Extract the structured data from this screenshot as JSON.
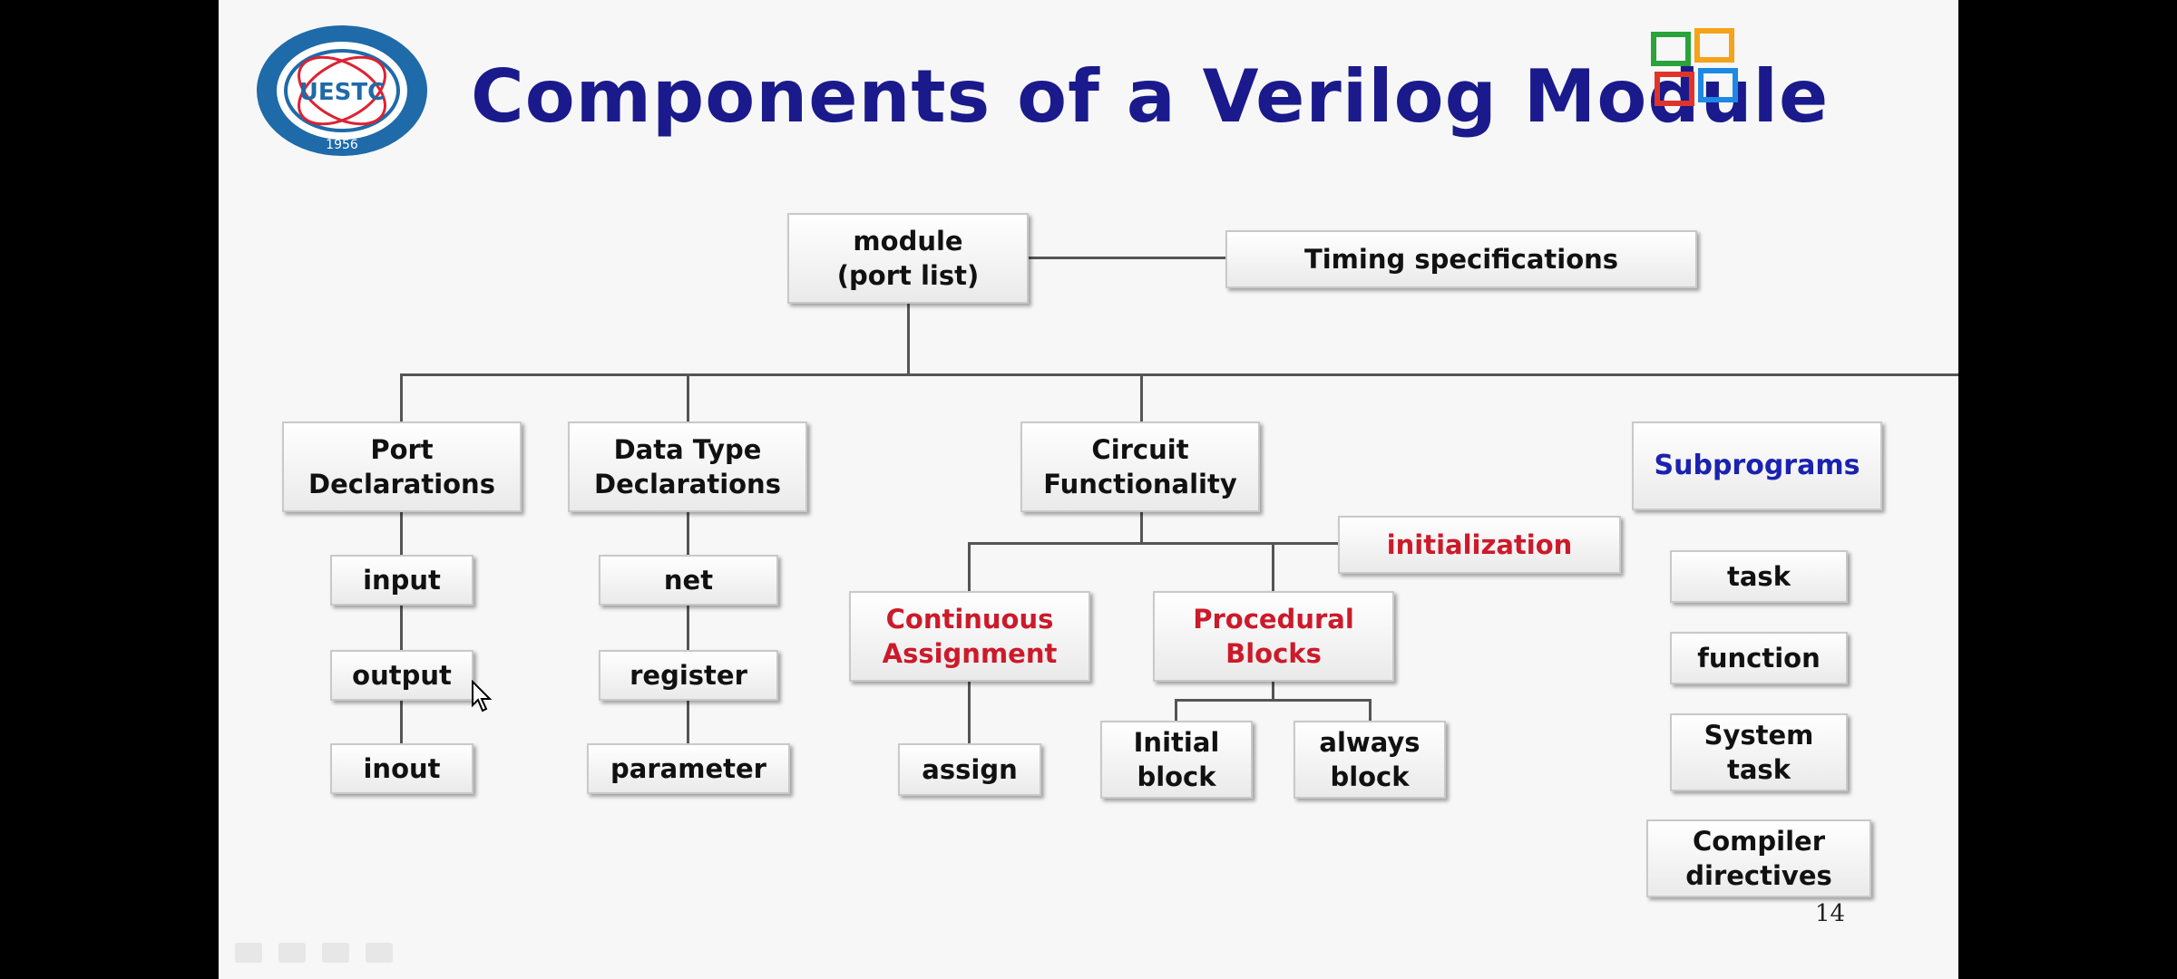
{
  "slide": {
    "title": "Components of a Verilog Module",
    "page_number": "14"
  },
  "logo": {
    "text": "UESTC",
    "year": "1956"
  },
  "boxes": {
    "module": "module\n(port list)",
    "timing": "Timing specifications",
    "port_decl": "Port\nDeclarations",
    "data_type_decl": "Data Type\nDeclarations",
    "circuit_func": "Circuit\nFunctionality",
    "subprograms": "Subprograms",
    "input": "input",
    "output": "output",
    "inout": "inout",
    "net": "net",
    "register": "register",
    "parameter": "parameter",
    "initialization": "initialization",
    "continuous_assignment": "Continuous\nAssignment",
    "procedural_blocks": "Procedural\nBlocks",
    "assign": "assign",
    "initial_block": "Initial\nblock",
    "always_block": "always\nblock",
    "task": "task",
    "function": "function",
    "system_task": "System\ntask",
    "compiler_directives": "Compiler\ndirectives"
  },
  "colors": {
    "title": "#1a1a8c",
    "red_labels": "#cc1a2a",
    "blue_labels": "#1a22b0"
  }
}
